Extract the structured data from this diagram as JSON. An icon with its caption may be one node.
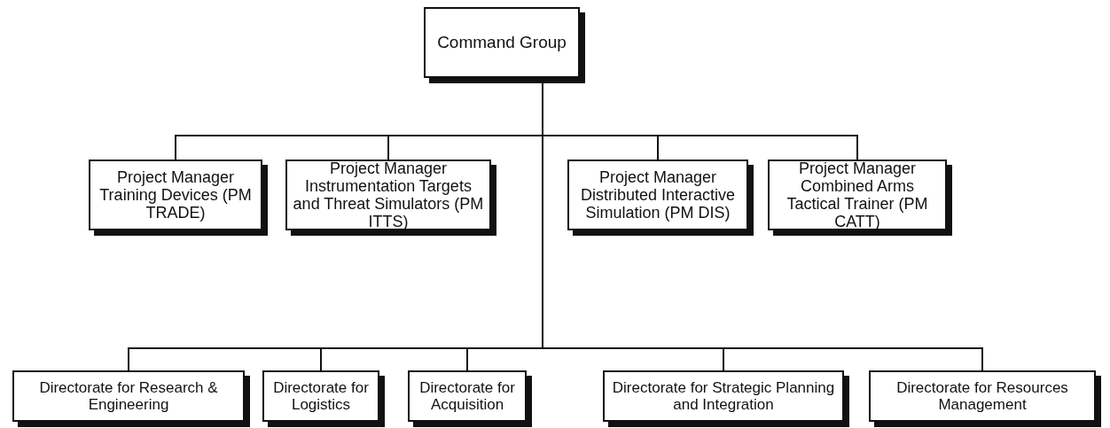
{
  "diagram": {
    "nodes": [
      {
        "text": [
          "Command Group"
        ]
      },
      {
        "text": [
          "Project Manager Training Devices (PM TRADE)"
        ]
      },
      {
        "text": [
          "Project Manager Instrumentation Targets and Threat Simulators (PM ITTS)"
        ]
      },
      {
        "text": [
          "Project Manager Distributed Interactive Simulation (PM DIS)"
        ]
      },
      {
        "text": [
          "Project Manager Combined Arms Tactical Trainer (PM CATT)"
        ]
      },
      {
        "text": [
          "Directorate for Research & Engineering"
        ]
      },
      {
        "text": [
          "Directorate for Logistics"
        ]
      },
      {
        "text": [
          "Directorate for Acquisition"
        ]
      },
      {
        "text": [
          "Directorate for Strategic Planning and Integration"
        ]
      },
      {
        "text": [
          "Directorate for Resources Management"
        ]
      }
    ],
    "edges": [
      {
        "from": 0,
        "to": 1,
        "arrow": "none"
      },
      {
        "from": 0,
        "to": 2,
        "arrow": "none"
      },
      {
        "from": 0,
        "to": 3,
        "arrow": "none"
      },
      {
        "from": 0,
        "to": 4,
        "arrow": "none"
      },
      {
        "from": 0,
        "to": 5,
        "arrow": "none"
      },
      {
        "from": 0,
        "to": 6,
        "arrow": "none"
      },
      {
        "from": 0,
        "to": 7,
        "arrow": "none"
      },
      {
        "from": 0,
        "to": 8,
        "arrow": "none"
      },
      {
        "from": 0,
        "to": 9,
        "arrow": "none"
      }
    ]
  }
}
